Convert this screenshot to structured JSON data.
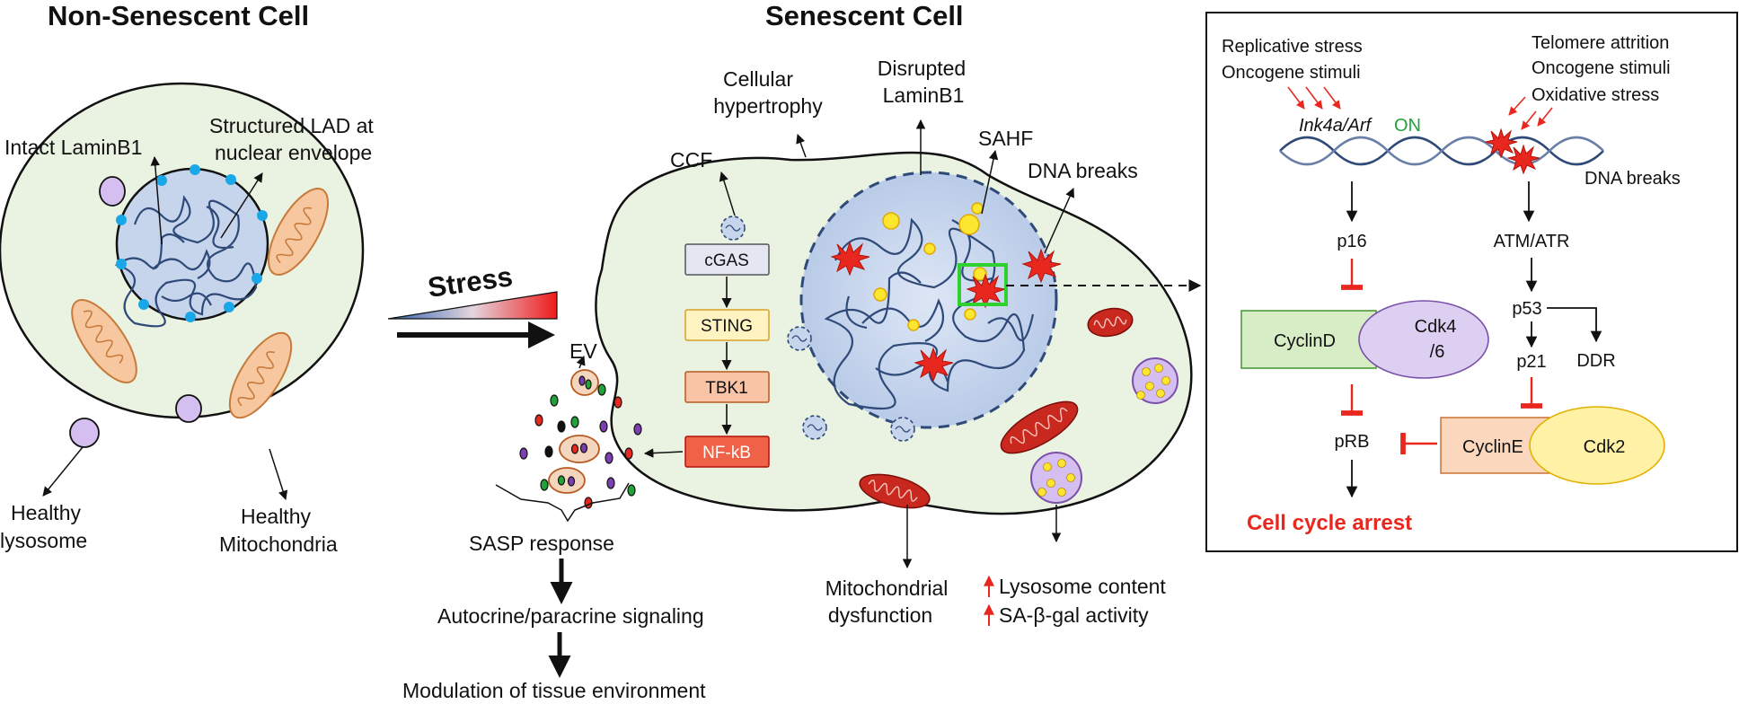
{
  "titles": {
    "non_senescent": "Non-Senescent Cell",
    "senescent": "Senescent Cell"
  },
  "non_senescent_labels": {
    "intact_laminb1": "Intact LaminB1",
    "structured_lad_1": "Structured LAD at",
    "structured_lad_2": "nuclear envelope",
    "healthy_lysosome_1": "Healthy",
    "healthy_lysosome_2": "lysosome",
    "healthy_mito_1": "Healthy",
    "healthy_mito_2": "Mitochondria"
  },
  "stress_label": "Stress",
  "senescent_labels": {
    "hypertrophy_1": "Cellular",
    "hypertrophy_2": "hypertrophy",
    "disrupted_1": "Disrupted",
    "disrupted_2": "LaminB1",
    "sahf": "SAHF",
    "ccf": "CCF",
    "dna_breaks": "DNA breaks",
    "ev": "EV",
    "mito_dys_1": "Mitochondrial",
    "mito_dys_2": "dysfunction",
    "lysosome_content": "Lysosome content",
    "sa_bgal": "SA-β-gal activity"
  },
  "pathway_boxes": {
    "cgas": "cGAS",
    "sting": "STING",
    "tbk1": "TBK1",
    "nfkb": "NF-kB"
  },
  "sasp": {
    "response": "SASP response",
    "signaling": "Autocrine/paracrine signaling",
    "modulation": "Modulation of tissue environment"
  },
  "panel": {
    "replicative_stress": "Replicative stress",
    "oncogene_stimuli_left": "Oncogene stimuli",
    "telomere_attrition": "Telomere attrition",
    "oncogene_stimuli_right": "Oncogene stimuli",
    "oxidative_stress": "Oxidative stress",
    "ink4a_arf": "Ink4a/Arf",
    "on": "ON",
    "dna_breaks": "DNA breaks",
    "p16": "p16",
    "atm_atr": "ATM/ATR",
    "p53": "p53",
    "p21": "p21",
    "ddr": "DDR",
    "cyclind": "CyclinD",
    "cdk46_1": "Cdk4",
    "cdk46_2": "/6",
    "prb": "pRB",
    "cycline": "CyclinE",
    "cdk2": "Cdk2",
    "arrest": "Cell cycle arrest"
  },
  "colors": {
    "cell_fill": "#eaf2e2",
    "nucleus_fill": "#c6d5ec",
    "chromatin": "#2f4a78",
    "lamin_dot": "#1aa7e8",
    "red_accent": "#e8281e",
    "on_green": "#22a33a",
    "sahf_yellow": "#fde630",
    "mito_fill": "#f7c79f",
    "lysosome_fill": "#d5bef0"
  }
}
